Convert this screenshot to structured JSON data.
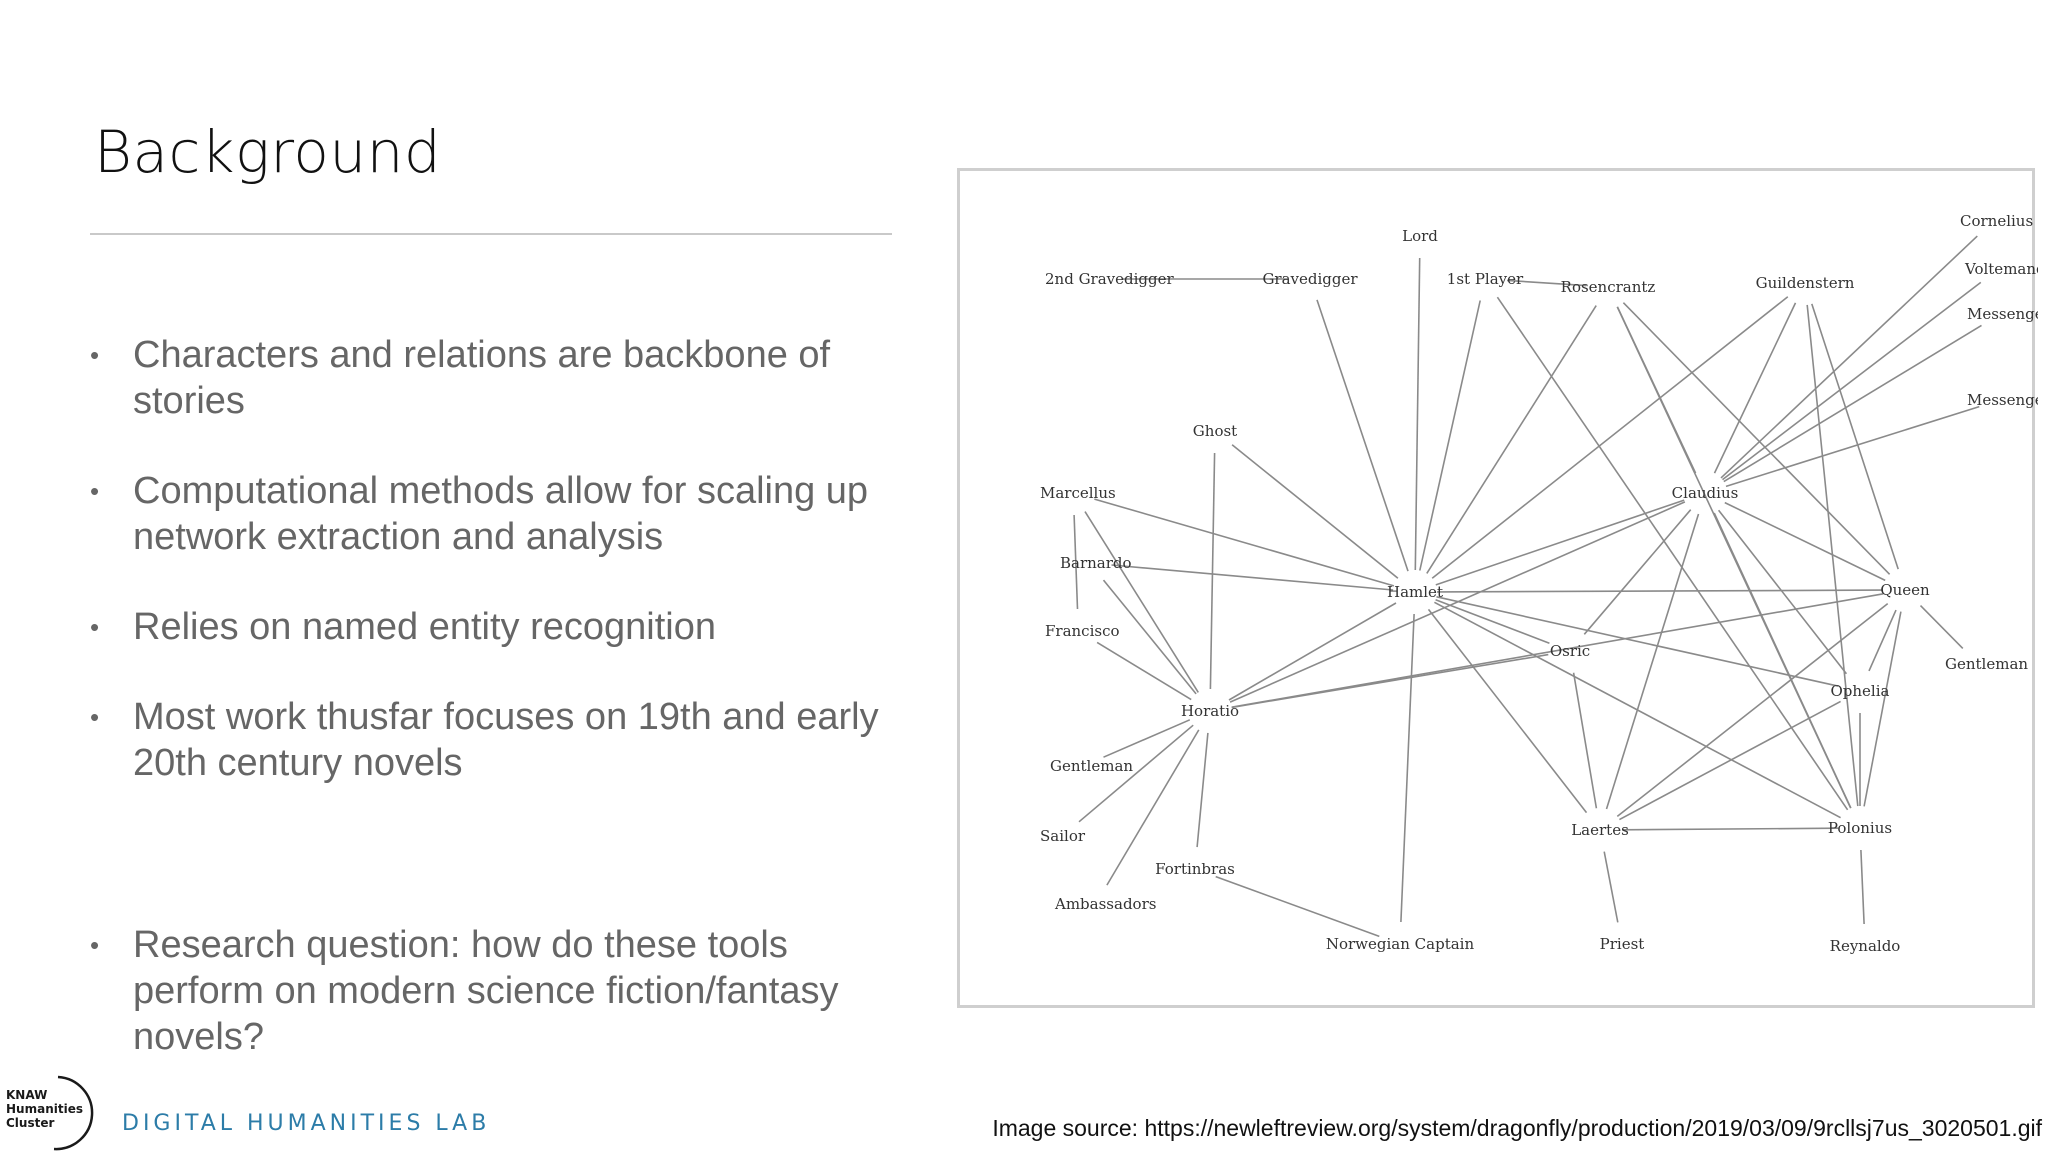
{
  "slide": {
    "title": "Background",
    "bullets": [
      "Characters and relations are backbone of stories",
      "Computational methods allow for scaling up network extraction and analysis",
      "Relies on named entity recognition",
      "Most work thusfar focuses on 19th and early 20th century novels",
      "Research question: how do these tools perform on modern science fiction/fantasy novels?"
    ],
    "bullet_symbol": "•",
    "image_source": "Image source: https://newleftreview.org/system/dragonfly/production/2019/03/09/9rcllsj7us_3020501.gif"
  },
  "footer": {
    "knaw_lines": [
      "KNAW",
      "Humanities",
      "Cluster"
    ],
    "lab_name": "DIGITAL HUMANITIES LAB",
    "lab_color": "#2c7ca8"
  },
  "network": {
    "nodes": [
      {
        "id": "lord",
        "label": "Lord"
      },
      {
        "id": "cornelius",
        "label": "Cornelius"
      },
      {
        "id": "voltemand",
        "label": "Voltemand"
      },
      {
        "id": "2nd-gravedigger",
        "label": "2nd Gravedigger"
      },
      {
        "id": "gravedigger",
        "label": "Gravedigger"
      },
      {
        "id": "1st-player",
        "label": "1st Player"
      },
      {
        "id": "rosencrantz",
        "label": "Rosencrantz"
      },
      {
        "id": "guildenstern",
        "label": "Guildenstern"
      },
      {
        "id": "messenger-1",
        "label": "Messenger"
      },
      {
        "id": "messenger-2",
        "label": "Messenger"
      },
      {
        "id": "ghost",
        "label": "Ghost"
      },
      {
        "id": "marcellus",
        "label": "Marcellus"
      },
      {
        "id": "claudius",
        "label": "Claudius"
      },
      {
        "id": "bernardo",
        "label": "Barnardo"
      },
      {
        "id": "hamlet",
        "label": "Hamlet"
      },
      {
        "id": "queen",
        "label": "Queen"
      },
      {
        "id": "francisco",
        "label": "Francisco"
      },
      {
        "id": "osric",
        "label": "Osric"
      },
      {
        "id": "gentleman-r",
        "label": "Gentleman"
      },
      {
        "id": "ophelia",
        "label": "Ophelia"
      },
      {
        "id": "horatio",
        "label": "Horatio"
      },
      {
        "id": "gentleman-l",
        "label": "Gentleman"
      },
      {
        "id": "sailor",
        "label": "Sailor"
      },
      {
        "id": "laertes",
        "label": "Laertes"
      },
      {
        "id": "polonius",
        "label": "Polonius"
      },
      {
        "id": "fortinbras",
        "label": "Fortinbras"
      },
      {
        "id": "ambassadors",
        "label": "Ambassadors"
      },
      {
        "id": "norwegian-captain",
        "label": "Norwegian Captain"
      },
      {
        "id": "priest",
        "label": "Priest"
      },
      {
        "id": "reynaldo",
        "label": "Reynaldo"
      }
    ],
    "edges": [
      [
        "2nd-gravedigger",
        "gravedigger"
      ],
      [
        "gravedigger",
        "hamlet"
      ],
      [
        "lord",
        "hamlet"
      ],
      [
        "1st-player",
        "rosencrantz"
      ],
      [
        "1st-player",
        "hamlet"
      ],
      [
        "1st-player",
        "polonius"
      ],
      [
        "rosencrantz",
        "hamlet"
      ],
      [
        "rosencrantz",
        "claudius"
      ],
      [
        "rosencrantz",
        "queen"
      ],
      [
        "rosencrantz",
        "polonius"
      ],
      [
        "guildenstern",
        "hamlet"
      ],
      [
        "guildenstern",
        "claudius"
      ],
      [
        "guildenstern",
        "queen"
      ],
      [
        "guildenstern",
        "polonius"
      ],
      [
        "cornelius",
        "claudius"
      ],
      [
        "voltemand",
        "claudius"
      ],
      [
        "messenger-1",
        "claudius"
      ],
      [
        "messenger-2",
        "claudius"
      ],
      [
        "ghost",
        "hamlet"
      ],
      [
        "ghost",
        "horatio"
      ],
      [
        "marcellus",
        "hamlet"
      ],
      [
        "marcellus",
        "horatio"
      ],
      [
        "marcellus",
        "francisco"
      ],
      [
        "bernardo",
        "hamlet"
      ],
      [
        "bernardo",
        "horatio"
      ],
      [
        "francisco",
        "horatio"
      ],
      [
        "claudius",
        "hamlet"
      ],
      [
        "claudius",
        "horatio"
      ],
      [
        "claudius",
        "queen"
      ],
      [
        "claudius",
        "osric"
      ],
      [
        "claudius",
        "laertes"
      ],
      [
        "claudius",
        "ophelia"
      ],
      [
        "claudius",
        "polonius"
      ],
      [
        "hamlet",
        "queen"
      ],
      [
        "hamlet",
        "horatio"
      ],
      [
        "hamlet",
        "osric"
      ],
      [
        "hamlet",
        "ophelia"
      ],
      [
        "hamlet",
        "laertes"
      ],
      [
        "hamlet",
        "polonius"
      ],
      [
        "hamlet",
        "norwegian-captain"
      ],
      [
        "queen",
        "horatio"
      ],
      [
        "queen",
        "gentleman-r"
      ],
      [
        "queen",
        "ophelia"
      ],
      [
        "queen",
        "laertes"
      ],
      [
        "queen",
        "polonius"
      ],
      [
        "osric",
        "horatio"
      ],
      [
        "osric",
        "laertes"
      ],
      [
        "ophelia",
        "laertes"
      ],
      [
        "ophelia",
        "polonius"
      ],
      [
        "horatio",
        "gentleman-l"
      ],
      [
        "horatio",
        "sailor"
      ],
      [
        "horatio",
        "ambassadors"
      ],
      [
        "horatio",
        "fortinbras"
      ],
      [
        "fortinbras",
        "norwegian-captain"
      ],
      [
        "laertes",
        "polonius"
      ],
      [
        "laertes",
        "priest"
      ],
      [
        "polonius",
        "reynaldo"
      ]
    ]
  }
}
